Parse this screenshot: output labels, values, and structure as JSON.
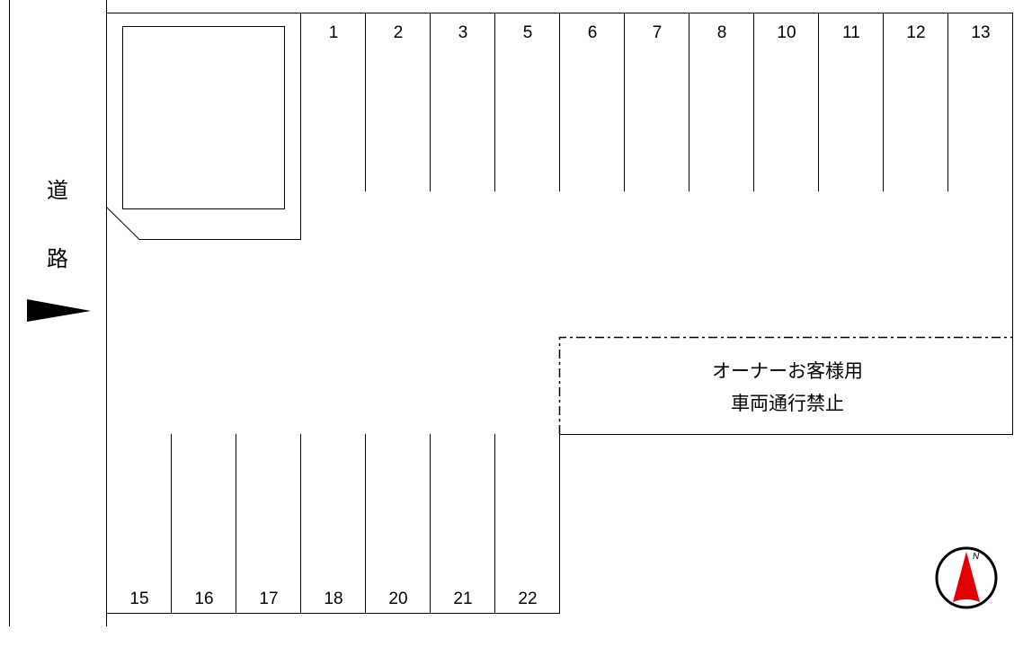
{
  "road": {
    "label_1": "道",
    "label_2": "路",
    "arrow_icon": "entrance-arrow-icon"
  },
  "top_stalls": [
    "1",
    "2",
    "3",
    "5",
    "6",
    "7",
    "8",
    "10",
    "11",
    "12",
    "13"
  ],
  "bottom_stalls": [
    "15",
    "16",
    "17",
    "18",
    "20",
    "21",
    "22"
  ],
  "reserved_area": {
    "line1": "オーナーお客様用",
    "line2": "車両通行禁止"
  },
  "compass": {
    "label": "N",
    "needle_color": "#e00000"
  }
}
